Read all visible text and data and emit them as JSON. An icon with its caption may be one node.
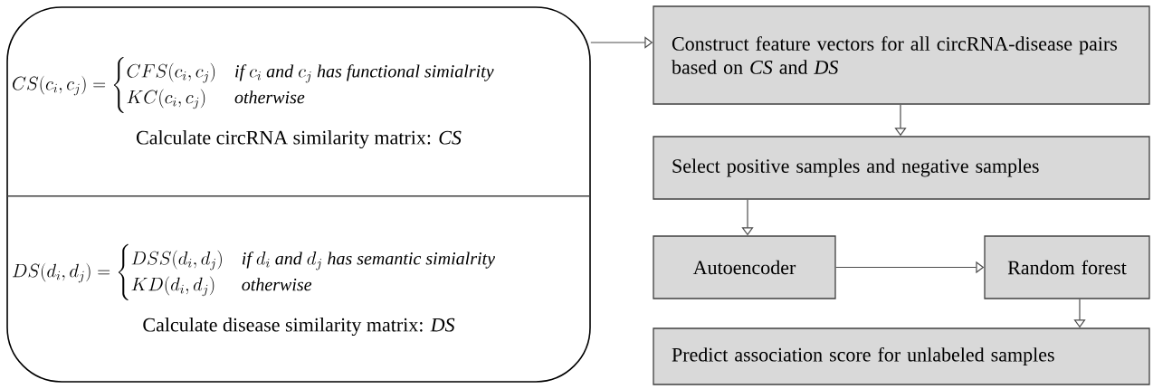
{
  "diagram": {
    "nodes": [
      {
        "text": [],
        "shape": "box"
      },
      {
        "text": [
          "CS(c_i,c_j)=\\begin{cases}CFS(c_i,c_j) & \\textit{if } c_i \\textit{ and } c_j \\textit{ has functional simialrity}\\\\ KC(c_i,c_j) & \\textit{otherwise}\\end{cases}",
          "Calculate circRNA similarity matrix: *CS*"
        ],
        "in": 0
      },
      {
        "text": [
          "DS(d_i,d_j)=\\begin{cases}DSS(d_i,d_j) & \\textit{if } d_i \\textit{ and } d_j \\textit{ has semantic simialrity}\\\\ KD(d_i,d_j) & \\textit{otherwise}\\end{cases}",
          "Calculate disease similarity matrix: *DS*"
        ],
        "in": 0
      },
      {
        "text": [
          "Construct feature vectors for all circRNA-disease pairs based on *CS* and *DS*"
        ]
      },
      {
        "text": [
          "Select positive samples and negative samples"
        ]
      },
      {
        "text": [
          "Autoencoder"
        ]
      },
      {
        "text": [
          "Random forest"
        ]
      },
      {
        "text": [
          "Predict association score for unlabeled samples"
        ]
      }
    ],
    "edges": [
      {
        "from": 0,
        "to": 3,
        "arrow": "to"
      },
      {
        "from": 3,
        "to": 4,
        "arrow": "to"
      },
      {
        "from": 4,
        "to": 5,
        "arrow": "to"
      },
      {
        "from": 5,
        "to": 6,
        "arrow": "to"
      },
      {
        "from": 6,
        "to": 7,
        "arrow": "to"
      }
    ]
  }
}
